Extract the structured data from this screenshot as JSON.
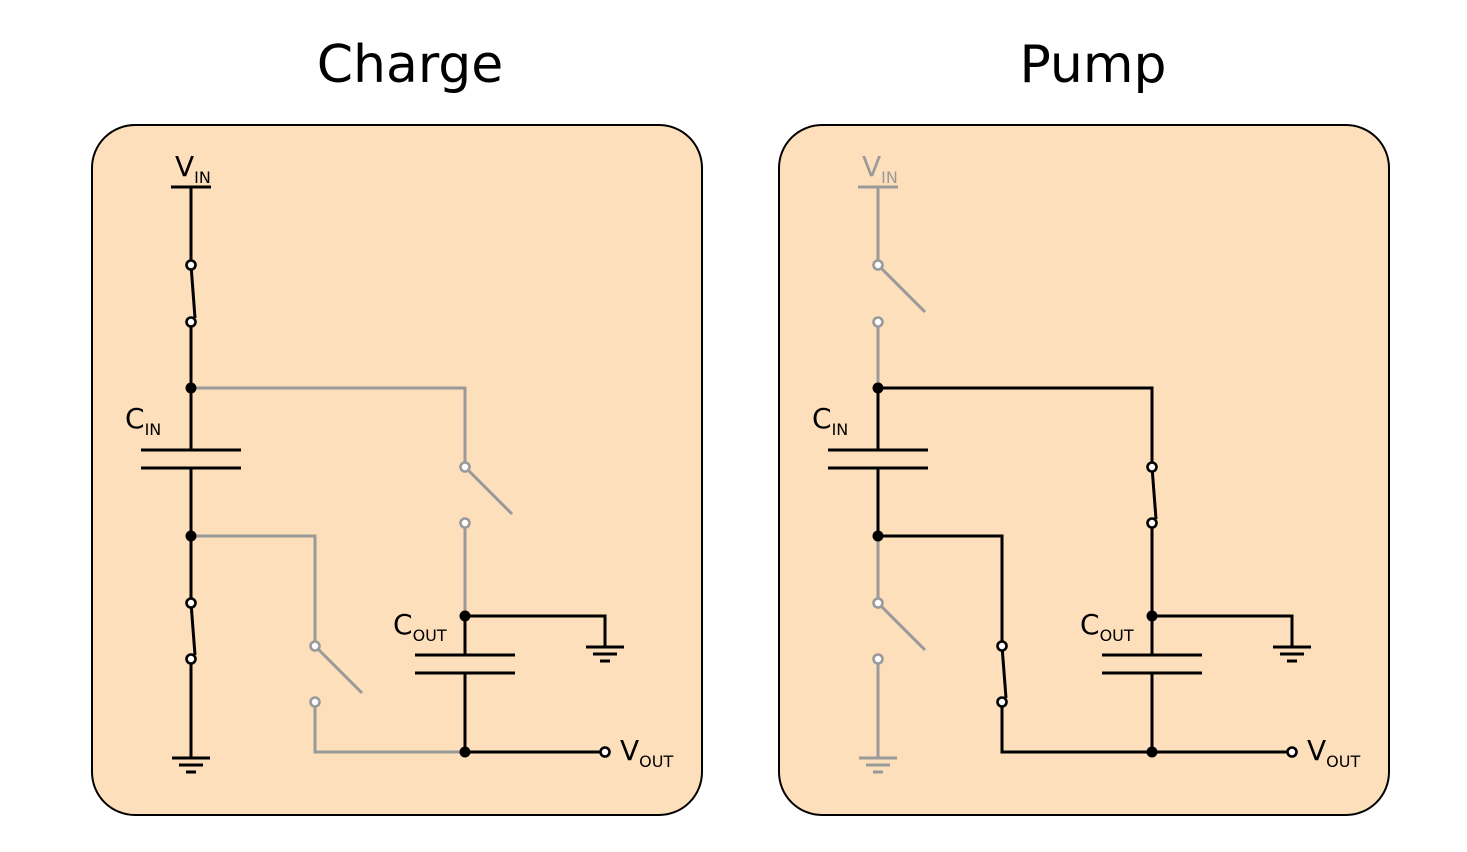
{
  "colors": {
    "panel_fill": "#fddfbb",
    "active_wire": "#000000",
    "inactive_wire": "#9a9a9a",
    "background": "#ffffff"
  },
  "panels": [
    {
      "title": "Charge",
      "labels": {
        "vin": {
          "main": "V",
          "sub": "IN",
          "state": "active"
        },
        "cin": {
          "main": "C",
          "sub": "IN"
        },
        "cout": {
          "main": "C",
          "sub": "OUT"
        },
        "vout": {
          "main": "V",
          "sub": "OUT"
        }
      },
      "switches": [
        {
          "name": "S1-vin-to-cin",
          "state": "closed",
          "active": true
        },
        {
          "name": "S2-cin-bottom-to-ground",
          "state": "closed",
          "active": true
        },
        {
          "name": "S3-cin-top-to-cout",
          "state": "open",
          "active": false
        },
        {
          "name": "S4-cin-bottom-to-vout",
          "state": "open",
          "active": false
        }
      ]
    },
    {
      "title": "Pump",
      "labels": {
        "vin": {
          "main": "V",
          "sub": "IN",
          "state": "inactive"
        },
        "cin": {
          "main": "C",
          "sub": "IN"
        },
        "cout": {
          "main": "C",
          "sub": "OUT"
        },
        "vout": {
          "main": "V",
          "sub": "OUT"
        }
      },
      "switches": [
        {
          "name": "S1-vin-to-cin",
          "state": "open",
          "active": false
        },
        {
          "name": "S2-cin-bottom-to-ground",
          "state": "open",
          "active": false
        },
        {
          "name": "S3-cin-top-to-cout",
          "state": "closed",
          "active": true
        },
        {
          "name": "S4-cin-bottom-to-vout",
          "state": "closed",
          "active": true
        }
      ]
    }
  ]
}
